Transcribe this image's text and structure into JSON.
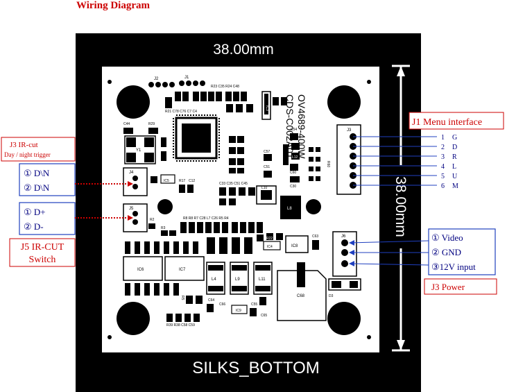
{
  "title": "Wiring Diagram",
  "dimension_horizontal": "38.00mm",
  "dimension_vertical": "38.00mm",
  "board_label": "SILKS_BOTTOM",
  "model_line1": "OV4689-400W",
  "model_line2": "CDS-C002A01",
  "j1": {
    "title": "J1 Menu interface",
    "connector_label": "J3",
    "pins": [
      {
        "num": "1",
        "sig": "G"
      },
      {
        "num": "2",
        "sig": "D"
      },
      {
        "num": "3",
        "sig": "R"
      },
      {
        "num": "4",
        "sig": "L"
      },
      {
        "num": "5",
        "sig": "U"
      },
      {
        "num": "6",
        "sig": "M"
      }
    ]
  },
  "j3_ircut": {
    "title": "J3    IR-cut",
    "subtitle": "Day / night trigger",
    "connector_label": "J4",
    "pins": [
      "① D\\N",
      "② D\\N"
    ]
  },
  "j5_ircut": {
    "title_line1": "J5 IR-CUT",
    "title_line2": "Switch",
    "connector_label": "J5",
    "pins": [
      "① D+",
      "② D-"
    ]
  },
  "j3_power": {
    "title": "J3 Power",
    "connector_label": "J6",
    "pins": [
      "① Video",
      "② GND",
      "③12V input"
    ]
  },
  "components": {
    "j2": "J2",
    "j1": "J1",
    "ic2": "IC2",
    "ic3": "IC3",
    "ic4": "IC4",
    "ic5": "IC5",
    "ic6": "IC6",
    "ic7": "IC7",
    "ic8": "IC8",
    "ic9": "IC9",
    "l4": "L4",
    "l8": "L8",
    "l9": "L9",
    "l10": "L10",
    "l11": "L11",
    "l12": "L12",
    "c68": "C68",
    "y1": "Y1",
    "d3": "D3",
    "top_refs": "R23  C35  R24   C48",
    "bottom_refs": "R39  R38  C58  C59",
    "c64": "C64",
    "c66": "C66",
    "c55": "C55",
    "c65": "C65",
    "c63": "C63",
    "c54": "C54",
    "c57": "C57",
    "c51": "C51",
    "c60": "C60",
    "c30": "C30",
    "r2": "R2",
    "r3": "R3",
    "r5": "R5",
    "r17": "R17",
    "r22": "R22",
    "r60": "R60",
    "c12": "C12",
    "c44": "C44",
    "r29": "R29",
    "mid_refs_a": "C33  C35  C51  C45",
    "mid_refs_b": "R8  R8  R7  C28  L7  C26  R5  R4",
    "upper_refs": "R21  C78  C76  C7  C4"
  },
  "colors": {
    "title": "#cc0000",
    "callout": "#cc0000",
    "box_border": "#1f3fbf",
    "box_text": "#000080",
    "wire_blue": "#1f3fbf",
    "wire_red": "#cc0000",
    "board": "#000000"
  }
}
